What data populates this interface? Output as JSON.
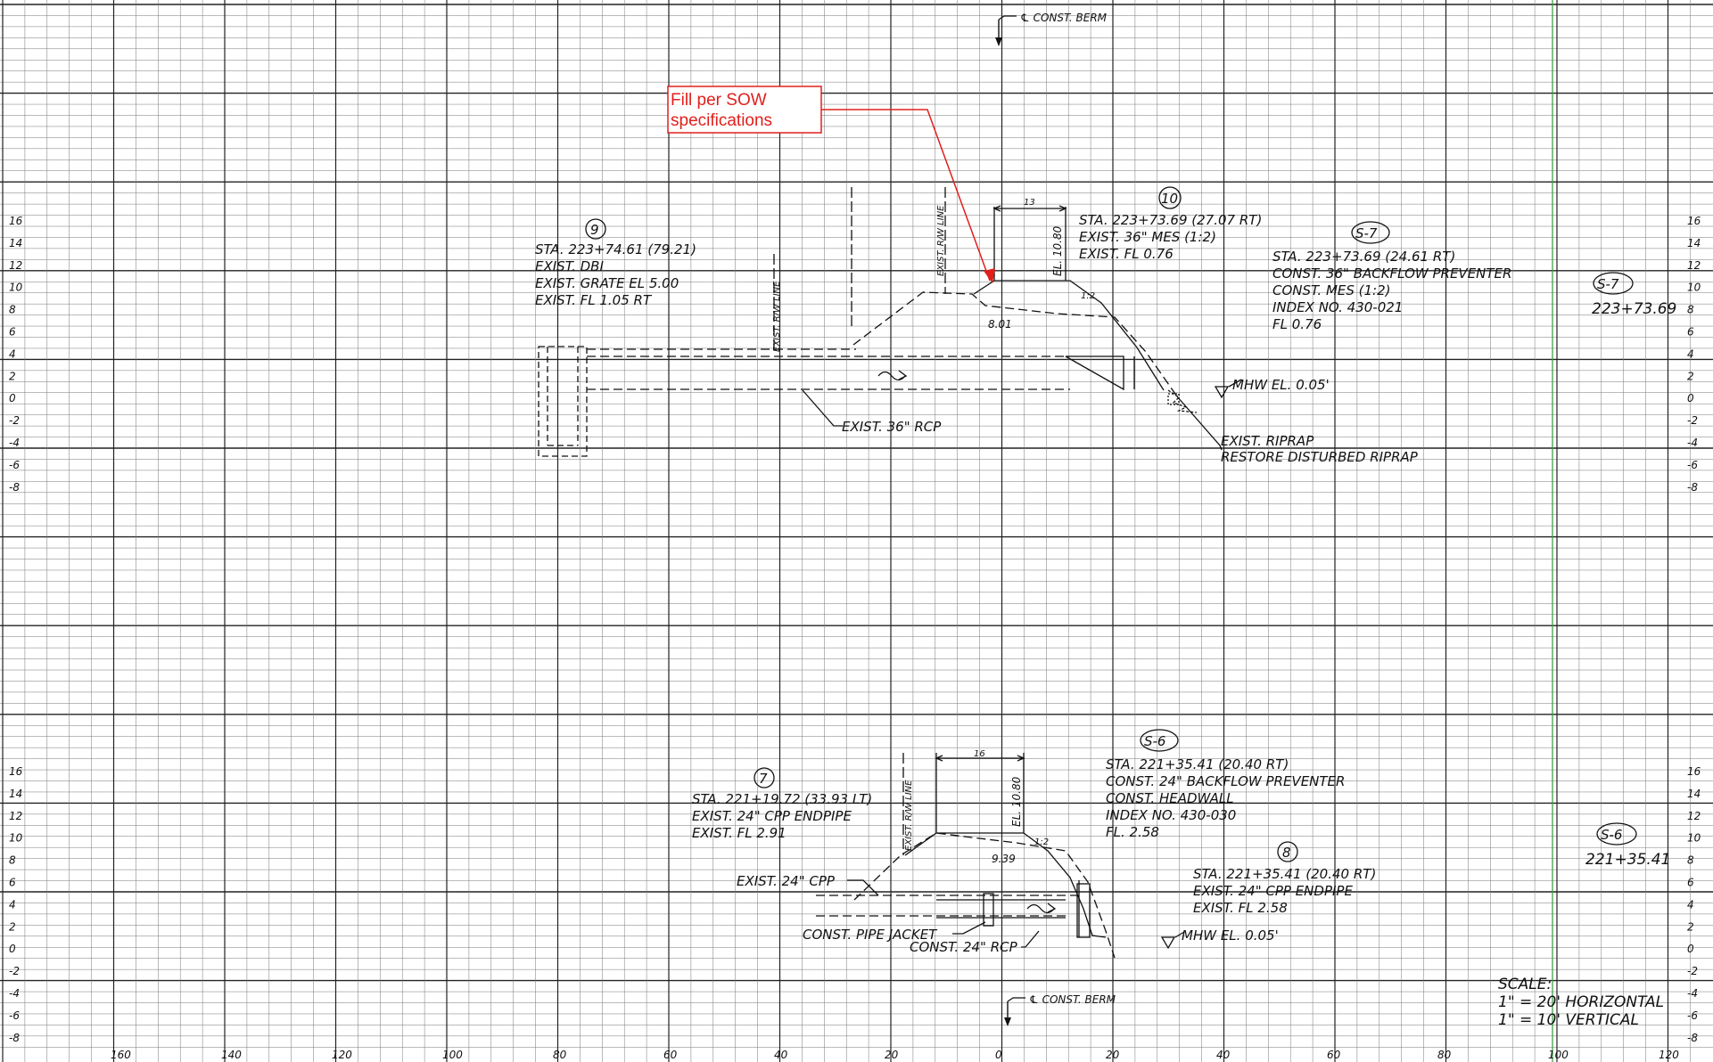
{
  "berm_label": "℄ CONST. BERM",
  "callout": {
    "line1": "Fill per SOW",
    "line2": "specifications",
    "color": "#e0201c"
  },
  "elev_labels": [
    "16",
    "14",
    "12",
    "10",
    "8",
    "6",
    "4",
    "2",
    "0",
    "-2",
    "-4",
    "-6",
    "-8"
  ],
  "offset_labels": [
    "160",
    "140",
    "120",
    "100",
    "80",
    "60",
    "40",
    "20",
    "0",
    "20",
    "40",
    "60",
    "80",
    "100",
    "120"
  ],
  "section_top": {
    "marker_9": "9",
    "note_9": [
      "STA. 223+74.61 (79.21)",
      "EXIST. DBI",
      "EXIST. GRATE EL 5.00",
      "EXIST. FL 1.05 RT"
    ],
    "marker_10": "10",
    "note_10": [
      "STA. 223+73.69 (27.07 RT)",
      "EXIST. 36\" MES (1:2)",
      "EXIST. FL 0.76"
    ],
    "marker_s7": "S-7",
    "note_s7": [
      "STA. 223+73.69 (24.61 RT)",
      "CONST. 36\" BACKFLOW PREVENTER",
      "CONST. MES (1:2)",
      "INDEX NO. 430-021",
      "FL 0.76"
    ],
    "dim_width": "13",
    "el_label": "EL. 10.80",
    "slope_label": "1:2",
    "ground_el": "8.01",
    "mhw": "MHW EL. 0.05'",
    "pipe_label": "EXIST. 36\" RCP",
    "riprap_1": "EXIST. RIPRAP",
    "riprap_2": "RESTORE DISTURBED RIPRAP",
    "row_line_1": "EXIST. R/W LINE",
    "row_line_2": "EXIST. R/W LINE",
    "section_tag": "S-7",
    "section_station": "223+73.69"
  },
  "section_bottom": {
    "marker_s6": "S-6",
    "note_s6": [
      "STA. 221+35.41 (20.40 RT)",
      "CONST. 24\" BACKFLOW PREVENTER",
      "CONST. HEADWALL",
      "INDEX NO. 430-030",
      "FL. 2.58"
    ],
    "marker_7": "7",
    "note_7": [
      "STA. 221+19.72 (33.93 LT)",
      "EXIST. 24\" CPP ENDPIPE",
      "EXIST. FL 2.91"
    ],
    "marker_8": "8",
    "note_8": [
      "STA. 221+35.41 (20.40 RT)",
      "EXIST. 24\" CPP ENDPIPE",
      "EXIST. FL 2.58"
    ],
    "dim_width": "16",
    "el_label": "EL. 10.80",
    "slope_label": "1:2",
    "ground_el": "9.39",
    "mhw": "MHW EL. 0.05'",
    "cpp_label": "EXIST. 24\" CPP",
    "jacket_label": "CONST. PIPE JACKET",
    "rcp_label": "CONST. 24\" RCP",
    "row_line": "EXIST. R/W LINE",
    "section_tag": "S-6",
    "section_station": "221+35.41"
  },
  "scale": {
    "title": "SCALE:",
    "horizontal": "1\" = 20' HORIZONTAL",
    "vertical": "1\" = 10' VERTICAL"
  }
}
